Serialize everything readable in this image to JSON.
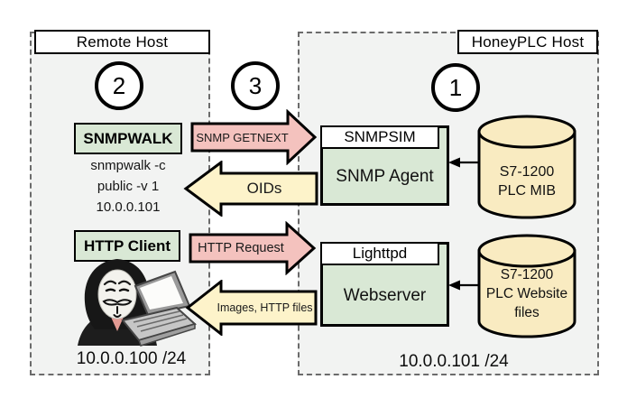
{
  "remote": {
    "title": "Remote Host",
    "step": "2",
    "snmpwalk_label": "SNMPWALK",
    "cmd": [
      "snmpwalk -c",
      "public -v 1",
      "10.0.0.101"
    ],
    "http_client_label": "HTTP Client",
    "ip": "10.0.0.100 /24"
  },
  "honeyplc": {
    "title": "HoneyPLC Host",
    "step": "1",
    "snmpsim_header": "SNMPSIM",
    "snmp_agent_label": "SNMP Agent",
    "mib_db": [
      "S7-1200",
      "PLC MIB"
    ],
    "lighttpd_header": "Lighttpd",
    "webserver_label": "Webserver",
    "web_db": [
      "S7-1200",
      "PLC Website",
      "files"
    ],
    "ip": "10.0.0.101 /24"
  },
  "flows": {
    "step": "3",
    "snmp_request": "SNMP GETNEXT",
    "snmp_response": "OIDs",
    "http_request": "HTTP Request",
    "http_response": "Images, HTTP files"
  },
  "colors": {
    "service_green": "#d9e8d5",
    "request_pink": "#f4c2be",
    "response_yellow": "#fdf3ca",
    "datastore_yellow": "#f9ebc1",
    "panel_gray": "#f2f3f2",
    "dash_gray": "#6b6b6b",
    "outline_black": "#000000",
    "mask_red": "#e39a93"
  }
}
